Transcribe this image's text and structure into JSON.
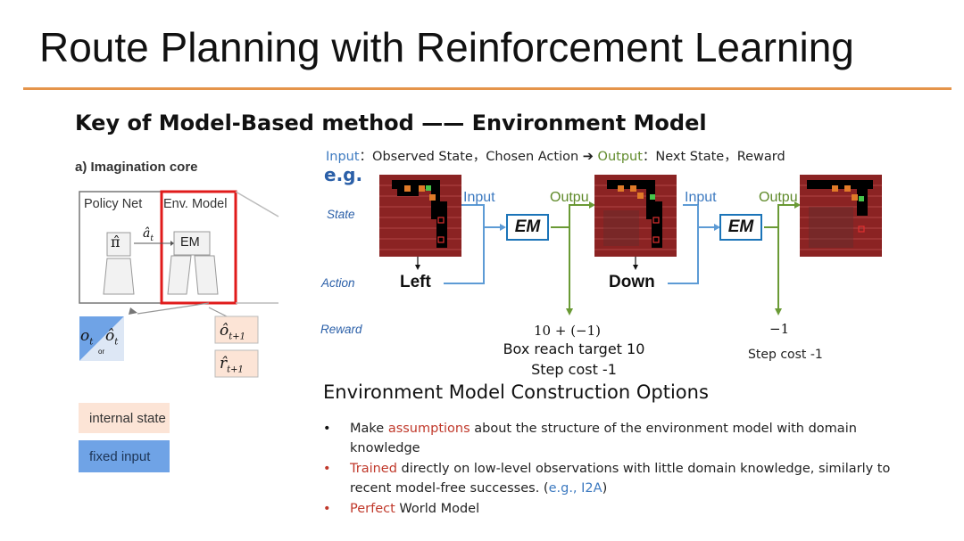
{
  "slide": {
    "title": "Route Planning with Reinforcement Learning",
    "subtitle": "Key of Model-Based method —— Environment Model"
  },
  "io_line": {
    "input_label": "Input",
    "input_text": "：Observed State，Chosen Action ",
    "arrow": "➔",
    "output_label": " Output",
    "output_text": "：Next State，Reward"
  },
  "eg_label": "e.g.",
  "rows": {
    "state": "State",
    "action": "Action",
    "reward": "Reward"
  },
  "flow": {
    "input_1": "Input",
    "output_1": "Outpu",
    "input_2": "Input",
    "output_2": "Outpu",
    "em_1": "EM",
    "em_2": "EM",
    "action_1": "Left",
    "action_2": "Down"
  },
  "rewards": {
    "reward_1_math": "10 + (−1)",
    "reward_1_note_a": "Box reach target 10",
    "reward_1_note_b": "Step cost -1",
    "reward_2_math": "−1",
    "reward_2_note": "Step cost -1"
  },
  "imagination": {
    "heading": "a) Imagination core",
    "policy_net": "Policy Net",
    "env_model": "Env. Model",
    "pi_hat": "π̂",
    "a_hat": "â",
    "a_sub": "t",
    "em": "EM",
    "o_t": "o",
    "o_sub": "t",
    "o_hat_t": "ô",
    "or": "or",
    "o_next": "ô",
    "o_next_sub": "t+1",
    "r_next": "r̂",
    "r_next_sub": "t+1",
    "legend_internal": "internal state",
    "legend_fixed": "fixed input"
  },
  "options": {
    "heading": "Environment Model Construction Options",
    "b1_pre": "Make ",
    "b1_hl": "assumptions",
    "b1_post": " about the structure of the environment model with domain knowledge",
    "b2_hl": "Trained",
    "b2_post": " directly on low-level observations with little domain knowledge, similarly to recent model-free successes. (",
    "b2_ref": "e.g., I2A",
    "b2_end": ")",
    "b3_hl": "Perfect",
    "b3_post": " World Model",
    "bullet_char": "•"
  },
  "colors": {
    "accent_rule": "#e5944a",
    "em_border": "#1b74b8",
    "input_flow": "#5d9bd5",
    "output_flow": "#6a9a35",
    "env_model_highlight": "#e01b1b"
  }
}
